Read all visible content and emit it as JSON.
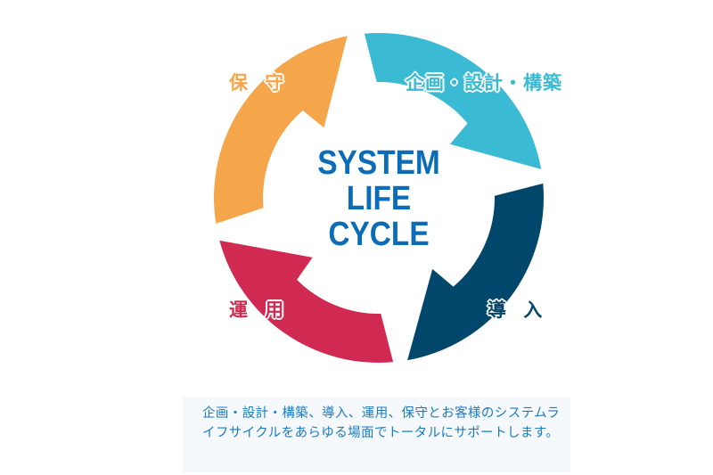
{
  "diagram": {
    "title_lines": [
      "SYSTEM",
      "LIFE",
      "CYCLE"
    ],
    "title_color": "#0b6cb7",
    "stages": [
      {
        "label": "企画・設計・構築",
        "color": "#3bbad4"
      },
      {
        "label": "導 入",
        "color": "#00476b"
      },
      {
        "label": "運 用",
        "color": "#d12a52"
      },
      {
        "label": "保 守",
        "color": "#f5a54a"
      }
    ]
  },
  "description": {
    "text": "企画・設計・構築、導入、運用、保守とお客様のシステムライフサイクルをあらゆる場面でトータルにサポートします。",
    "color": "#1a7bc1"
  }
}
